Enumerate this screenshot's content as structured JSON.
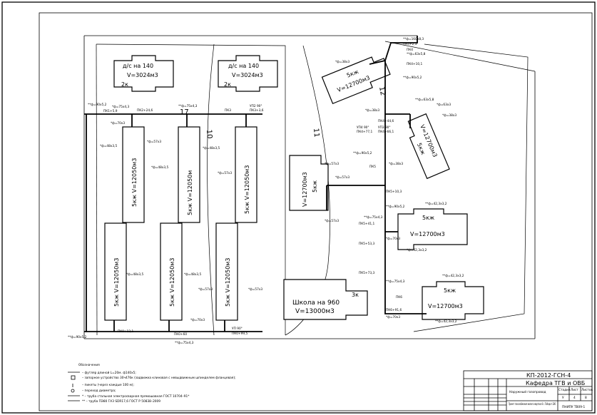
{
  "buildings": {
    "gs1": {
      "name": "д/с на 140",
      "volume": "V=3024м3",
      "floors": "2к"
    },
    "gs2": {
      "name": "д/с на 140",
      "volume": "V=3024м3",
      "floors": "2к"
    },
    "b1": "5кж V=12050м3",
    "b2": "5кж V=12050м",
    "b3": "5кж V=12050м3",
    "b4": "5кж V=12050м3",
    "b5": "5кж V=12050м3",
    "b6": "5кж V=12050м3",
    "r1": {
      "floors": "5кж",
      "volume": "V=12700м3"
    },
    "r2": {
      "floors": "5кж",
      "volume": "V=12700м3"
    },
    "r3": {
      "floors": "5кж",
      "volume": "V=12700м3"
    },
    "r4": {
      "floors": "5кж",
      "volume": "V=12700м3"
    },
    "r5": {
      "floors": "5кж",
      "volume": "V=12700м3"
    },
    "school": {
      "name": "Школа на 960",
      "volume": "V=13000м3",
      "floors": "3к"
    }
  },
  "plot_numbers": [
    "17",
    "10",
    "11",
    "12"
  ],
  "pipe_labels": [
    "**ф=90x5,2",
    "ПК1+5,9",
    "*ф=75x4,3",
    "ПК2+24,6",
    "**ф=75x4,3",
    "ПК3",
    "УП2 90°",
    "ПК3+3,6",
    "*ф=70x3",
    "*ф=48x3,5",
    "*ф=57x3",
    "*ф=48x3,5",
    "*ф=48x3,5",
    "*ф=57x3",
    "*ф=48x3,5",
    "*ф=48x3,5",
    "*ф=57x3",
    "*ф=57x3",
    "*ф=70x3",
    "ПК0+12,1",
    "ПК0+60",
    "ПК0+99,5",
    "УП 90°",
    "**ф=75x4,3",
    "**ф=90x5,2",
    "**ф=160x8,3",
    "ПК4+2,3",
    "ПК4",
    "**ф=63x5,8",
    "ПК4+10,1",
    "**ф=90x5,2",
    "**ф=63x5,8",
    "*ф=38x3",
    "*ф=38x3",
    "ПК4+44,6",
    "УП4 90°",
    "ПК4+77,1",
    "УП3 90°",
    "ПК4+66,1",
    "*ф=63x3",
    "*ф=38x3",
    "**ф=90x5,2",
    "*ф=57x3",
    "ПК5",
    "*ф=38x3",
    "*ф=57x3",
    "ПК5+10,3",
    "*ф=57x3",
    "**ф=90x5,2",
    "**ф=42,3x3,2",
    "**ф=75x4,3",
    "ПК5+41,1",
    "*ф=70x3",
    "ПК5+53,3",
    "*ф=42,3x3,2",
    "ПК5+73,3",
    "**ф=75x4,3",
    "ПК6",
    "ПК6+91,6",
    "*ф=70x3",
    "**ф=42,3x3,2",
    "**ф=42,3x3,2"
  ],
  "legend": {
    "title": "Обозначения",
    "items": [
      "– футляр длиной L=20м. ф140x5;",
      "– запорное устройство 30ч47бк (задвижка клиновая с невыдвижным шпинделем фланцевая);",
      "– пикеты (через каждые 100 м);",
      "– переход диаметра;",
      "* – труба стальная электросварная прямошовная ГОСТ 10704–91*",
      "** – труба ПЭ80 ГАЗ SDR17,6 ГОСТ Р 50838–2009"
    ]
  },
  "title_block": {
    "code": "КП-2012-ГСН-4",
    "department": "Кафедра ТГВ и ОВБ",
    "sheet_name": "Наружный газопровод",
    "stage_header": "Стадия",
    "sheet_header": "Лист",
    "sheets_header": "Листов",
    "stage": "У",
    "sheet": "4",
    "sheets": "8",
    "project_desc": "Проект газоснабжения жилого квартала 8 с. Победа т.280",
    "org": "ПНИПУ ТВ09-1"
  }
}
